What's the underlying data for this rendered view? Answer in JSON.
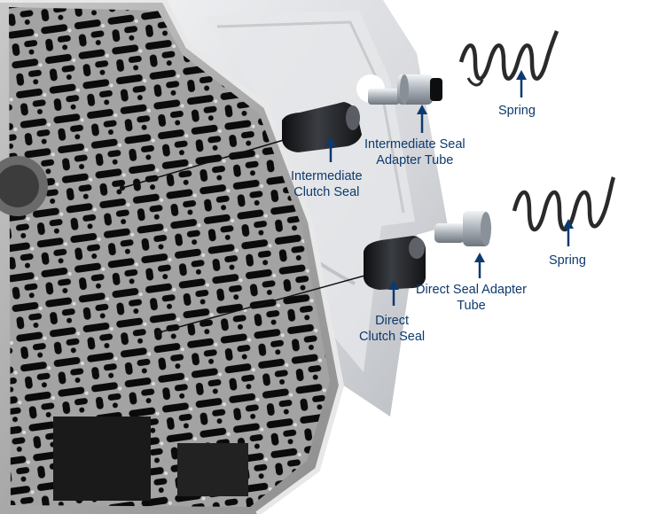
{
  "labels": {
    "spring_top": "Spring",
    "intermediate_tube": [
      "Intermediate Seal",
      "Adapter Tube"
    ],
    "intermediate_seal": [
      "Intermediate",
      "Clutch Seal"
    ],
    "spring_bottom": "Spring",
    "direct_tube": [
      "Direct Seal Adapter",
      "Tube"
    ],
    "direct_seal": [
      "Direct",
      "Clutch Seal"
    ]
  },
  "colors": {
    "label_text": "#0d3a6e",
    "arrow": "#0d3a6e",
    "leader_line": "#111111",
    "casting": "#a9a9a9",
    "cover": "#dcdde0",
    "seal": "#1d1f23",
    "tube": "#b8bec6",
    "spring": "#2a2a2a"
  },
  "icons": [
    "valve-body-casting",
    "cover-plate",
    "clutch-seal",
    "adapter-tube",
    "coil-spring",
    "up-arrow"
  ]
}
